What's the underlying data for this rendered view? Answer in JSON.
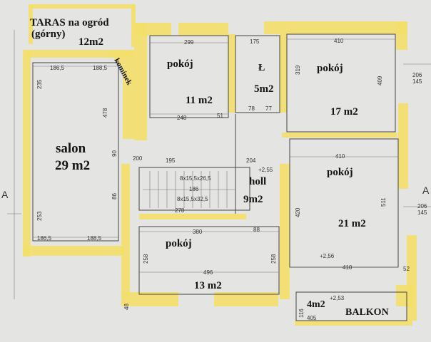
{
  "colors": {
    "background": "#e4e4e2",
    "highlight": "#f3df6a",
    "lines": "#444444"
  },
  "rooms": {
    "taras": {
      "name": "TARAS na ogród",
      "sub": "(górny)",
      "area": "12m2"
    },
    "kominek": "kominek",
    "salon": {
      "name": "salon",
      "area": "29 m2"
    },
    "pokoj_11": {
      "name": "pokój",
      "area": "11 m2"
    },
    "lazienka": {
      "name": "Ł",
      "area": "5m2"
    },
    "pokoj_17": {
      "name": "pokój",
      "area": "17 m2"
    },
    "pokoj_21": {
      "name": "pokój",
      "area": "21 m2"
    },
    "holl": {
      "name": "holl",
      "area": "9m2"
    },
    "pokoj_13": {
      "name": "pokój",
      "area": "13 m2"
    },
    "balkon": {
      "name": "BALKON",
      "area": "4m2"
    }
  },
  "dimensions": {
    "d299": "299",
    "d410a": "410",
    "d175": "175",
    "d1865": "186,5",
    "d1885": "188,5",
    "d248": "248",
    "d410b": "410",
    "d380": "380",
    "d496": "496",
    "d278": "278",
    "d204": "204",
    "d410c": "410",
    "d88": "88",
    "d1865b": "186,5",
    "d1885b": "188,5",
    "d206": "206",
    "d145": "145",
    "d206b": "206",
    "d145b": "145",
    "d511": "511",
    "d420": "420",
    "d319": "319",
    "d409": "409",
    "d258": "258",
    "d258b": "258",
    "d478": "478",
    "d235": "235",
    "d253": "253",
    "d90": "90",
    "d86": "86",
    "d51": "51",
    "d77": "77",
    "d78": "78",
    "d255": "+2,55",
    "d256": "+2,56",
    "d253b": "+2,53",
    "d186": "186",
    "stairs1": "8x15,5x26,5",
    "stairs2": "8x15,5x32,5",
    "d405": "405",
    "d52": "52",
    "d116": "116",
    "d48": "48",
    "d195": "195",
    "d200": "200"
  },
  "section_marks": {
    "left": "A",
    "right": "A"
  }
}
